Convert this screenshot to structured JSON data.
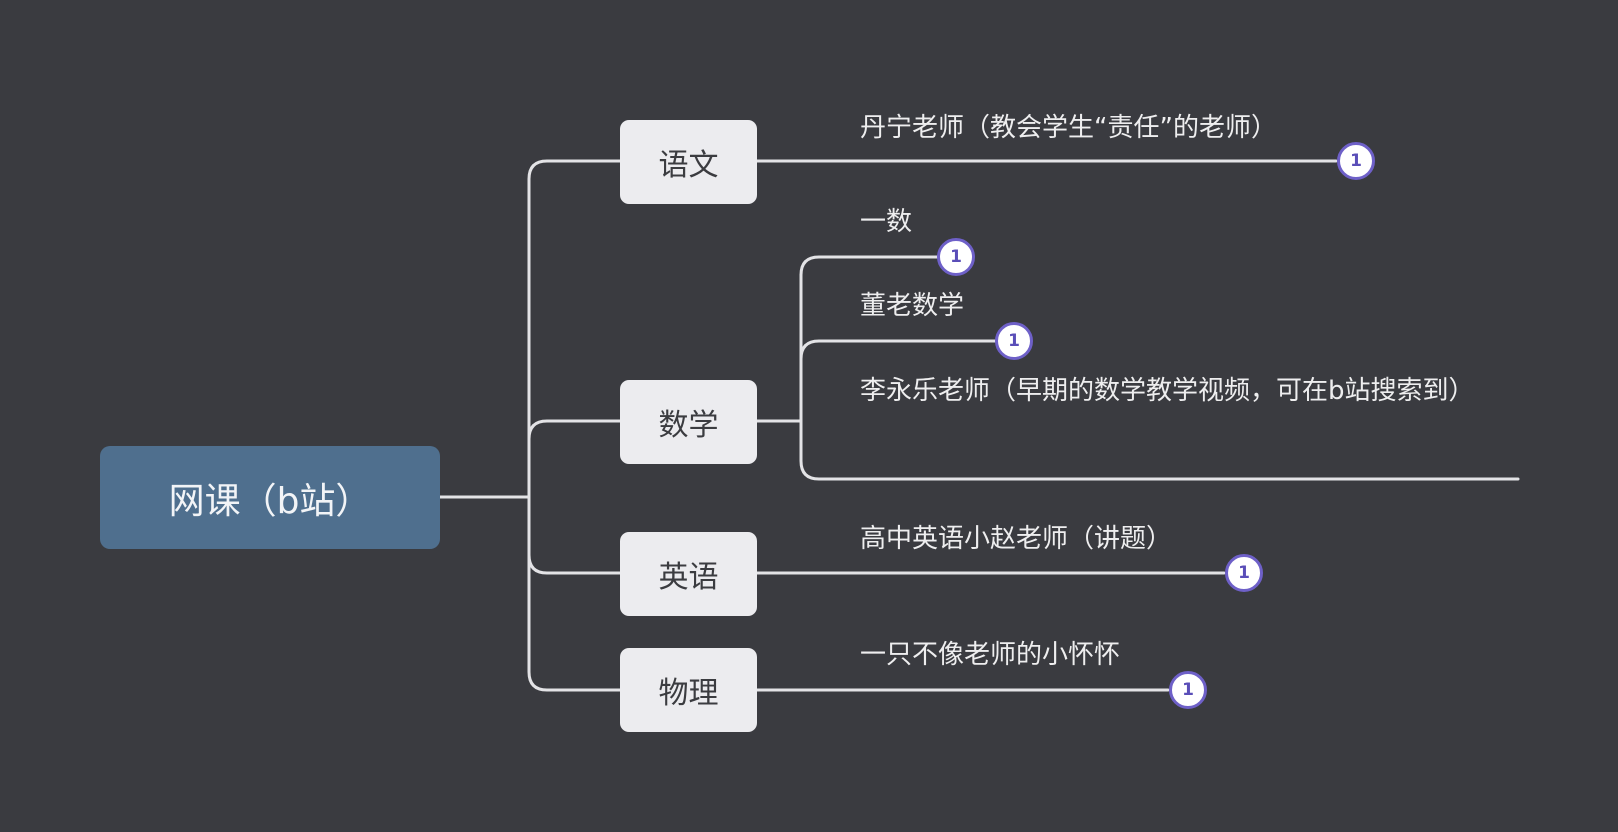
{
  "root": {
    "label": "网课（b站）"
  },
  "branches": [
    {
      "label": "语文",
      "leaves": [
        {
          "label": "丹宁老师（教会学生“责任”的老师）",
          "badge": "1"
        }
      ]
    },
    {
      "label": "数学",
      "leaves": [
        {
          "label": "一数",
          "badge": "1"
        },
        {
          "label": "董老数学",
          "badge": "1"
        },
        {
          "label": "李永乐老师（早期的数学教学视频，可在b站搜索到）"
        }
      ]
    },
    {
      "label": "英语",
      "leaves": [
        {
          "label": "高中英语小赵老师（讲题）",
          "badge": "1"
        }
      ]
    },
    {
      "label": "物理",
      "leaves": [
        {
          "label": "一只不像老师的小怀怀",
          "badge": "1"
        }
      ]
    }
  ],
  "colors": {
    "background": "#3a3b40",
    "root_fill": "#4f6f8e",
    "branch_fill": "#ececef",
    "line": "#e3e3e6",
    "badge_border": "#6e60c8"
  }
}
